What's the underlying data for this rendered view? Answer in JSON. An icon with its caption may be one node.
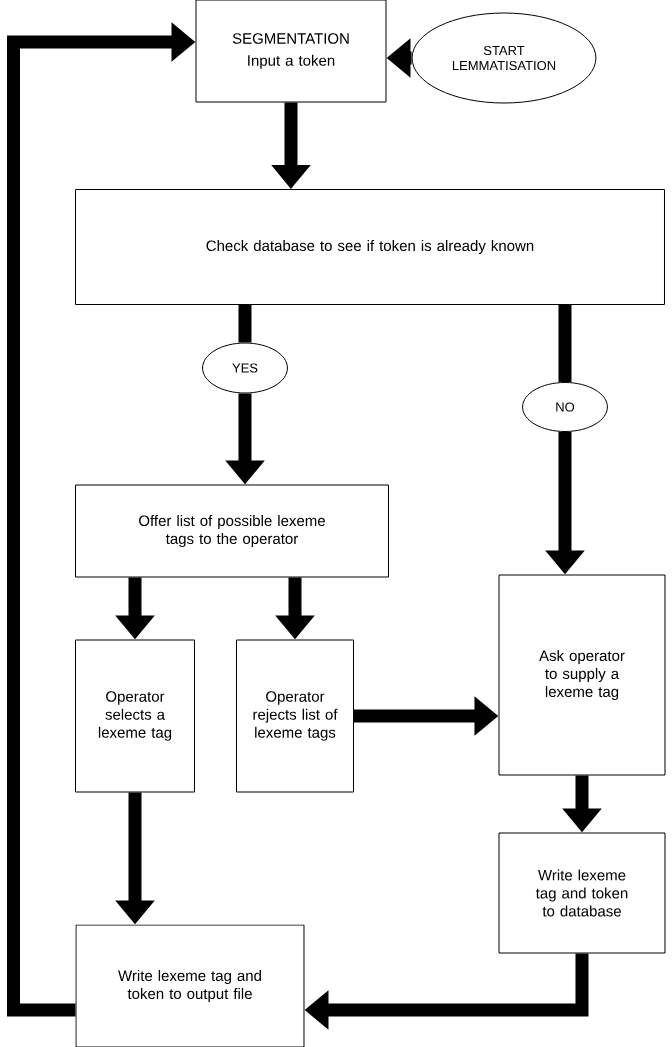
{
  "diagram": {
    "nodes": [
      {
        "text": [
          "SEGMENTATION",
          "Input a token"
        ]
      },
      {
        "text": [
          "START LEMMATISATION"
        ]
      },
      {
        "text": [
          "Check database to see if token is already known"
        ]
      },
      {
        "text": [
          "YES"
        ]
      },
      {
        "text": [
          "NO"
        ]
      },
      {
        "text": [
          "Offer list of possible lexeme tags to the operator"
        ]
      },
      {
        "text": [
          "Operator selects a lexeme tag"
        ]
      },
      {
        "text": [
          "Operator rejects list of lexeme tags"
        ]
      },
      {
        "text": [
          "Ask operator to supply a lexeme tag"
        ]
      },
      {
        "text": [
          "Write lexeme tag and token to database"
        ]
      },
      {
        "text": [
          "Write lexeme tag and token to output file"
        ]
      }
    ],
    "edges": [
      {
        "from": 1,
        "to": 0,
        "arrow": "to"
      },
      {
        "from": 0,
        "to": 2,
        "arrow": "to"
      },
      {
        "from": 2,
        "to": 3,
        "arrow": "none"
      },
      {
        "from": 3,
        "to": 5,
        "arrow": "to"
      },
      {
        "from": 2,
        "to": 4,
        "arrow": "none"
      },
      {
        "from": 4,
        "to": 8,
        "arrow": "to"
      },
      {
        "from": 5,
        "to": 6,
        "arrow": "to"
      },
      {
        "from": 5,
        "to": 7,
        "arrow": "to"
      },
      {
        "from": 7,
        "to": 8,
        "arrow": "to"
      },
      {
        "from": 6,
        "to": 10,
        "arrow": "to"
      },
      {
        "from": 8,
        "to": 9,
        "arrow": "to"
      },
      {
        "from": 9,
        "to": 10,
        "arrow": "to"
      },
      {
        "from": 10,
        "to": 0,
        "arrow": "to"
      }
    ]
  }
}
